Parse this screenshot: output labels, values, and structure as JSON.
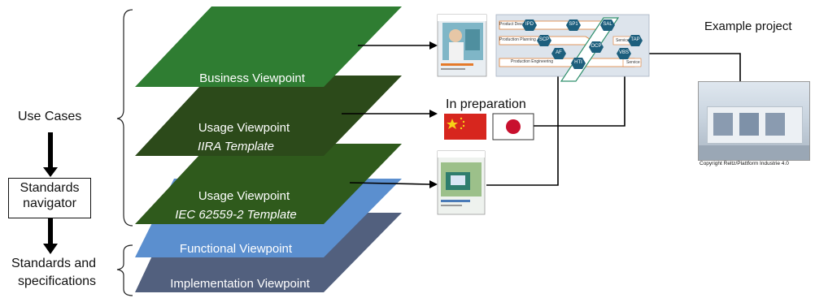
{
  "left": {
    "use_cases": "Use Cases",
    "navigator_line1": "Standards",
    "navigator_line2": "navigator",
    "standards_line1": "Standards and",
    "standards_line2": "specifications"
  },
  "layers": {
    "business": "Business Viewpoint",
    "usage_iira": "Usage Viewpoint",
    "usage_iira_template": "IIRA Template",
    "usage_iec": "Usage Viewpoint",
    "usage_iec_template": "IEC 62559-2 Template",
    "functional": "Functional Viewpoint",
    "implementation": "Implementation Viewpoint"
  },
  "right": {
    "in_preparation": "In preparation",
    "example_project": "Example project",
    "copyright": "Copyright Reltz/Plattform Industrie 4.0"
  },
  "matrix": {
    "row_labels": [
      "Product Design",
      "Production Planning",
      "Production Engineering"
    ],
    "side_labels": [
      "Service",
      "Service"
    ],
    "hexes": [
      "IPD",
      "SP1",
      "SCP",
      "AF",
      "HTI",
      "OCP",
      "VBS",
      "TAP",
      "SAL"
    ]
  },
  "colors": {
    "business": "#2f7d32",
    "usage_iira": "#2c4a1a",
    "usage_iec": "#2f5a1c",
    "functional": "#5b8fcf",
    "implementation": "#52607e",
    "hex": "#1d5f7d"
  }
}
